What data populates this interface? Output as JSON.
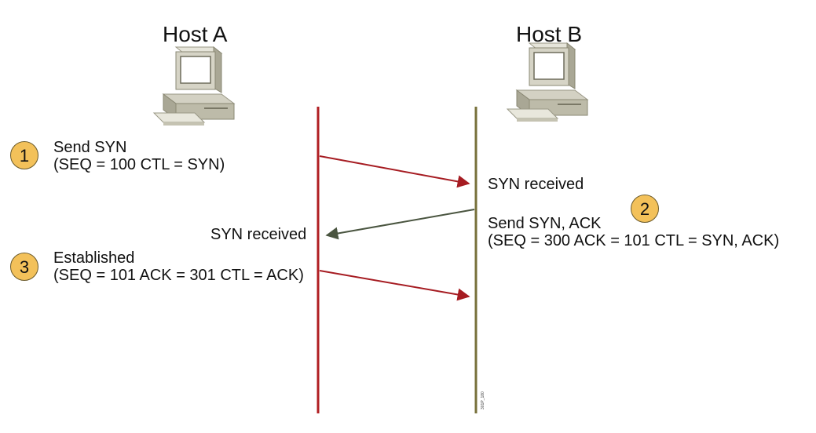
{
  "hosts": {
    "a": {
      "label": "Host A"
    },
    "b": {
      "label": "Host B"
    }
  },
  "steps": [
    {
      "number": "1",
      "title": "Send SYN",
      "detail": "(SEQ = 100 CTL = SYN)"
    },
    {
      "number": "2",
      "title": "Send SYN, ACK",
      "detail": "(SEQ = 300 ACK = 101 CTL = SYN, ACK)"
    },
    {
      "number": "3",
      "title": "Established",
      "detail": "(SEQ = 101 ACK = 301 CTL = ACK)"
    }
  ],
  "events": {
    "b_syn_received": "SYN received",
    "a_syn_received": "SYN received"
  },
  "figure_code": "301P_180",
  "colors": {
    "host_a_line": "#b01e22",
    "host_b_line": "#77703a",
    "a_to_b_arrow": "#a61c22",
    "b_to_a_arrow": "#4a5540",
    "badge_fill": "#f3c15a"
  },
  "icons": {
    "host_a": "desktop-computer-icon",
    "host_b": "desktop-computer-icon"
  }
}
